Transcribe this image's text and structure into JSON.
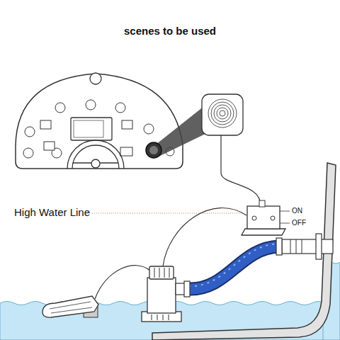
{
  "diagram": {
    "title": "scenes to be used",
    "nodes": [
      {
        "text": [
          "ON",
          "OFF"
        ]
      }
    ],
    "labels": [
      "High Water Line"
    ]
  }
}
